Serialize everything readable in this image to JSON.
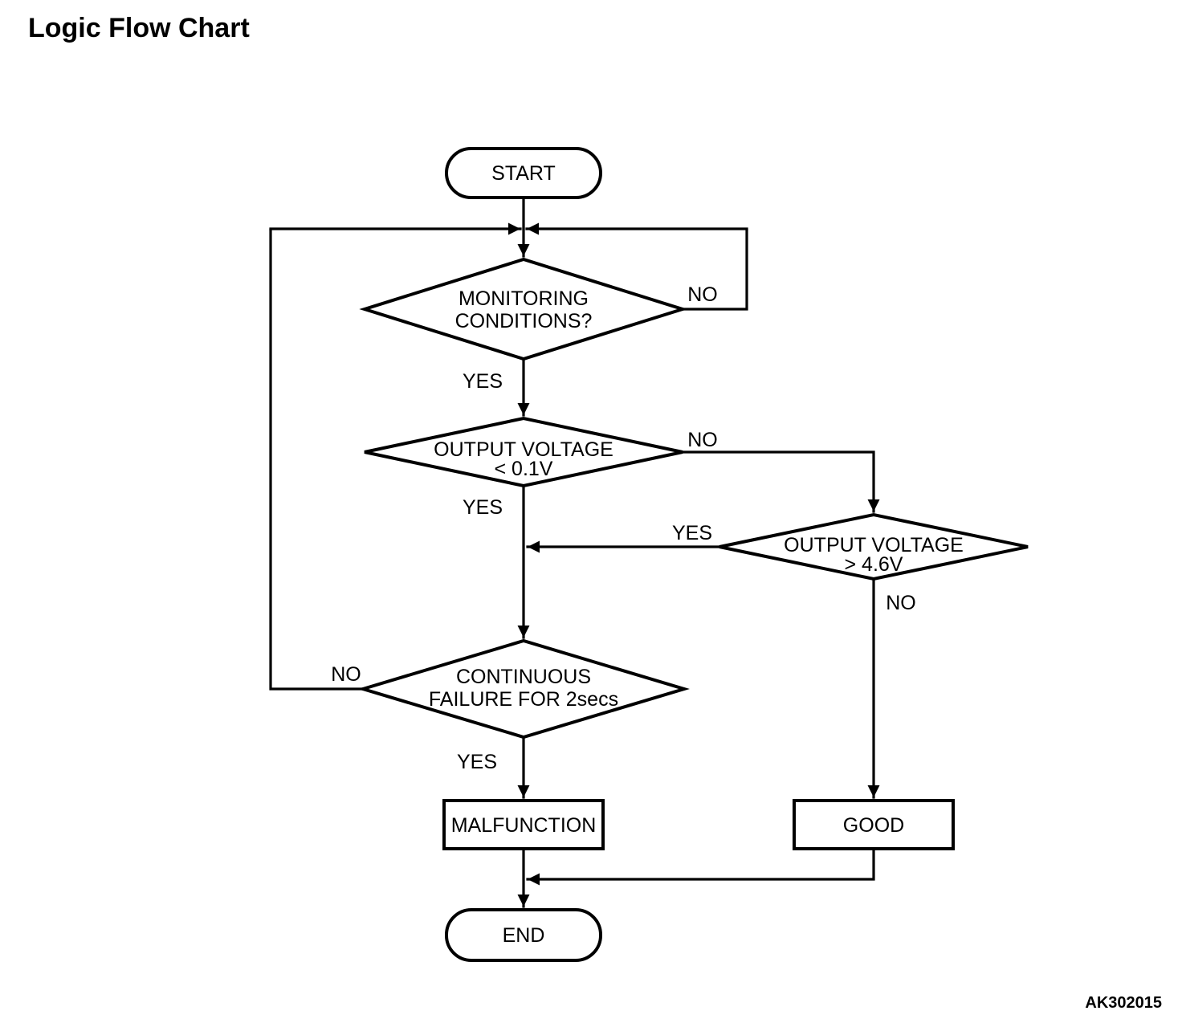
{
  "title": "Logic Flow Chart",
  "figure_code": "AK302015",
  "colors": {
    "ink": "#000000",
    "background": "#ffffff"
  },
  "flowchart": {
    "nodes": {
      "start": {
        "type": "terminator",
        "label": "START"
      },
      "monitoring": {
        "type": "decision",
        "line1": "MONITORING",
        "line2": "CONDITIONS?"
      },
      "output_low": {
        "type": "decision",
        "line1": "OUTPUT VOLTAGE",
        "line2": "< 0.1V"
      },
      "output_high": {
        "type": "decision",
        "line1": "OUTPUT VOLTAGE",
        "line2": "> 4.6V"
      },
      "continuous_failure": {
        "type": "decision",
        "line1": "CONTINUOUS",
        "line2": "FAILURE FOR 2secs"
      },
      "malfunction": {
        "type": "process",
        "label": "MALFUNCTION"
      },
      "good": {
        "type": "process",
        "label": "GOOD"
      },
      "end": {
        "type": "terminator",
        "label": "END"
      }
    },
    "edge_labels": {
      "monitoring_no": "NO",
      "monitoring_yes": "YES",
      "output_low_no": "NO",
      "output_low_yes": "YES",
      "output_high_yes": "YES",
      "output_high_no": "NO",
      "continuous_no": "NO",
      "continuous_yes": "YES"
    }
  }
}
